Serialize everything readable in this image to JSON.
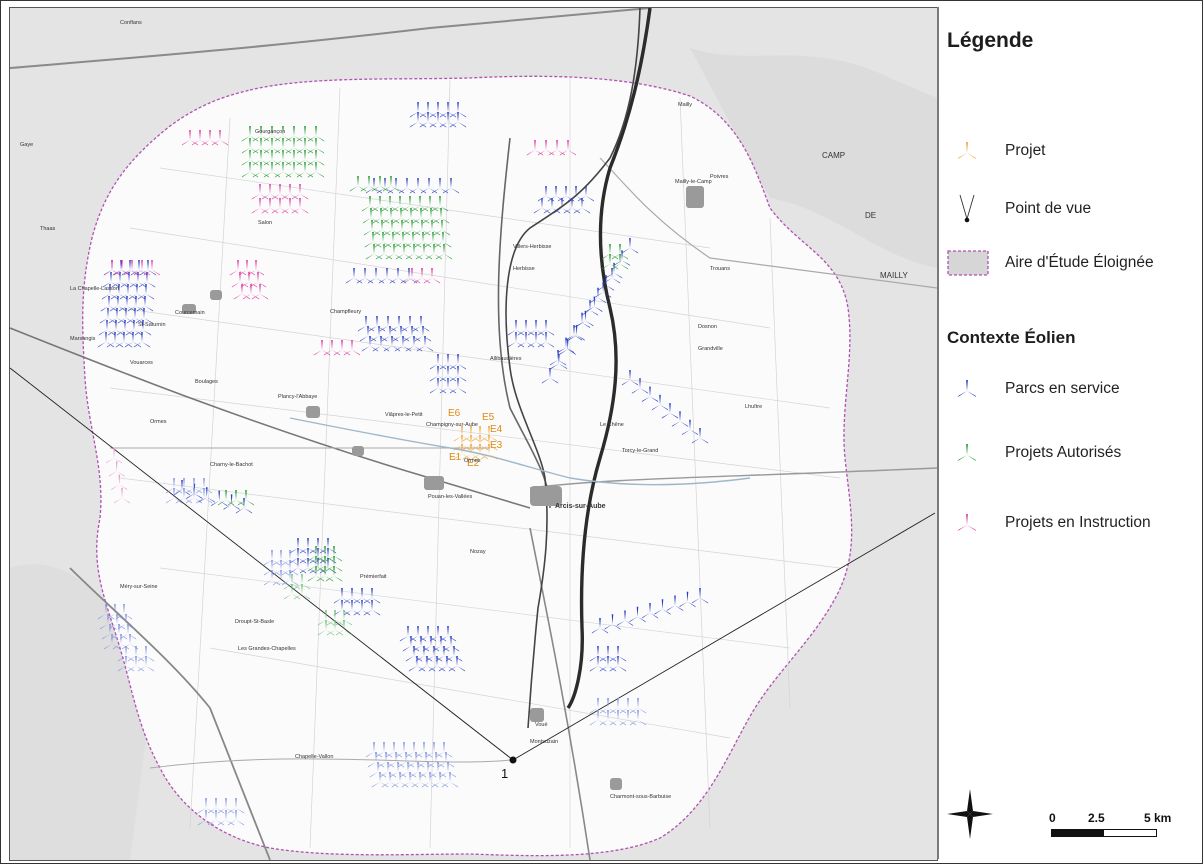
{
  "legend": {
    "title": "Légende",
    "items": [
      {
        "label": "Projet",
        "symbol": "turbine",
        "color": "#f0a030"
      },
      {
        "label": "Point de vue",
        "symbol": "viewpoint",
        "color": "#222222"
      },
      {
        "label": "Aire d'Étude Éloignée",
        "symbol": "area",
        "color": "#b24fb2"
      }
    ],
    "context_title": "Contexte Éolien",
    "context_items": [
      {
        "label": "Parcs en service",
        "symbol": "turbine",
        "color": "#2a3fc4"
      },
      {
        "label": "Projets Autorisés",
        "symbol": "turbine",
        "color": "#1f9a2e"
      },
      {
        "label": "Projets en Instruction",
        "symbol": "turbine",
        "color": "#e0359f"
      }
    ],
    "scale": {
      "labels": [
        "0",
        "2.5",
        "5 km"
      ]
    }
  },
  "map": {
    "viewpoint_label": "1",
    "project_labels": [
      "E6",
      "E5",
      "E4",
      "E3",
      "E1",
      "E2"
    ],
    "places": [
      {
        "name": "Gourgançon"
      },
      {
        "name": "Mailly-le-Camp"
      },
      {
        "name": "Villers-Herbisse"
      },
      {
        "name": "Herbisse"
      },
      {
        "name": "Allibaudières"
      },
      {
        "name": "Champfleury"
      },
      {
        "name": "Salon"
      },
      {
        "name": "Courcemain"
      },
      {
        "name": "St-Saturnin"
      },
      {
        "name": "Plancy-l'Abbaye"
      },
      {
        "name": "Champigny-sur-Aube"
      },
      {
        "name": "Viâpres-le-Petit"
      },
      {
        "name": "Arcis-sur-Aube"
      },
      {
        "name": "Torcy-le-Grand"
      },
      {
        "name": "Ormes"
      },
      {
        "name": "Poivres"
      },
      {
        "name": "Vouarces"
      },
      {
        "name": "Boulages"
      },
      {
        "name": "Charny-le-Bachot"
      },
      {
        "name": "Méry-sur-Seine"
      },
      {
        "name": "Prémierfait"
      },
      {
        "name": "Nozay"
      },
      {
        "name": "Voué"
      },
      {
        "name": "Montsuzain"
      },
      {
        "name": "Charmont-sous-Barbuise"
      },
      {
        "name": "Chapelle-Vallon"
      },
      {
        "name": "Les Grandes-Chapelles"
      },
      {
        "name": "Dosnon"
      },
      {
        "name": "Grandville"
      },
      {
        "name": "Lhuître"
      },
      {
        "name": "Trouans"
      },
      {
        "name": "Le Chêne"
      },
      {
        "name": "Ormes"
      },
      {
        "name": "Droupt-St-Basle"
      },
      {
        "name": "Pouan-les-Vallées"
      },
      {
        "name": "La Chapelle-Lasson"
      },
      {
        "name": "Marsangis"
      },
      {
        "name": "Thaas"
      },
      {
        "name": "Gaye"
      },
      {
        "name": "Mailly"
      },
      {
        "name": "CAMP"
      },
      {
        "name": "DE"
      },
      {
        "name": "MAILLY"
      },
      {
        "name": "Conflans"
      }
    ]
  }
}
